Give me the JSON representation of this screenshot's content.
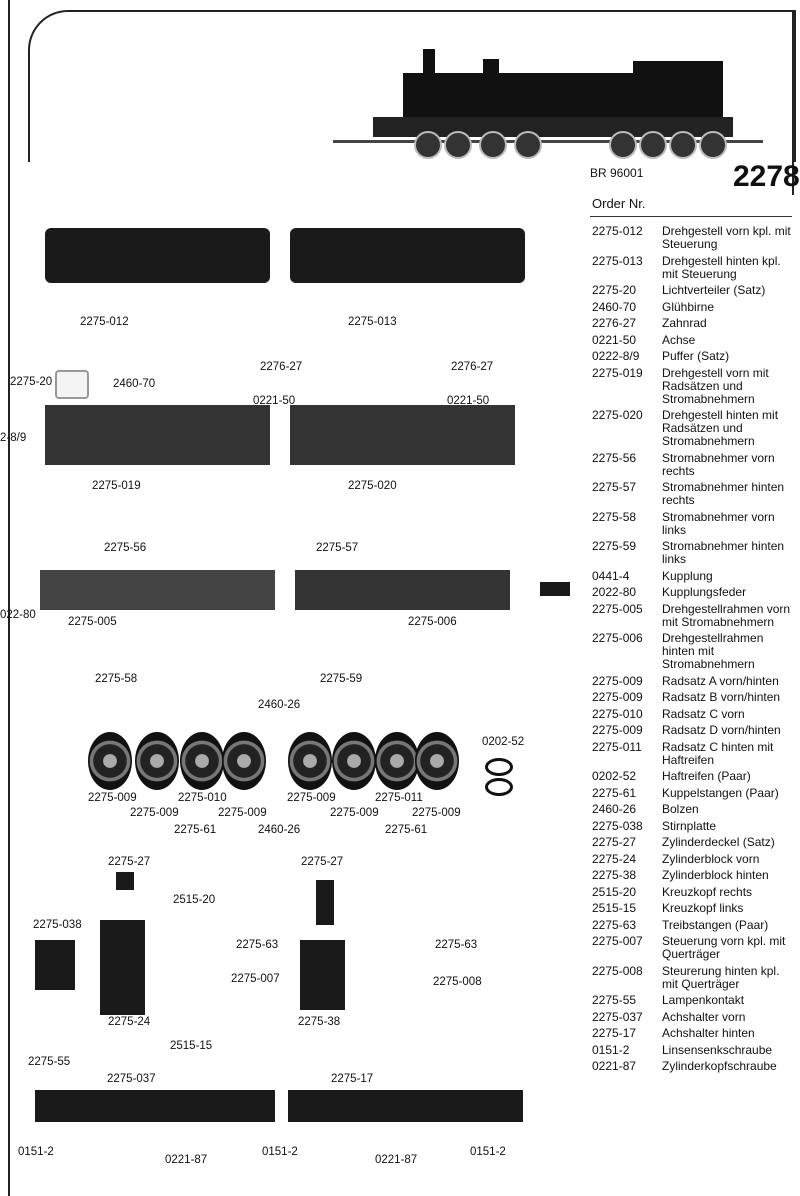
{
  "header": {
    "model": "BR 96001",
    "number": "2278",
    "order_heading": "Order Nr."
  },
  "parts": [
    {
      "nr": "2275-012",
      "desc": "Drehgestell vorn kpl. mit Steuerung"
    },
    {
      "nr": "2275-013",
      "desc": "Drehgestell hinten kpl. mit Steuerung"
    },
    {
      "nr": "2275-20",
      "desc": "Lichtverteiler (Satz)"
    },
    {
      "nr": "2460-70",
      "desc": "Glühbirne"
    },
    {
      "nr": "2276-27",
      "desc": "Zahnrad"
    },
    {
      "nr": "0221-50",
      "desc": "Achse"
    },
    {
      "nr": "0222-8/9",
      "desc": "Puffer (Satz)"
    },
    {
      "nr": "2275-019",
      "desc": "Drehgestell vorn mit Radsätzen und Stromabnehmern"
    },
    {
      "nr": "2275-020",
      "desc": "Drehgestell hinten mit Radsätzen und Stromabnehmern"
    },
    {
      "nr": "2275-56",
      "desc": "Stromabnehmer vorn rechts"
    },
    {
      "nr": "2275-57",
      "desc": "Stromabnehmer hinten rechts"
    },
    {
      "nr": "2275-58",
      "desc": "Stromabnehmer vorn links"
    },
    {
      "nr": "2275-59",
      "desc": "Stromabnehmer hinten links"
    },
    {
      "nr": "0441-4",
      "desc": "Kupplung"
    },
    {
      "nr": "2022-80",
      "desc": "Kupplungsfeder"
    },
    {
      "nr": "2275-005",
      "desc": "Drehgestellrahmen vorn mit Stromabnehmern"
    },
    {
      "nr": "2275-006",
      "desc": "Drehgestellrahmen hinten mit Stromabnehmern"
    },
    {
      "nr": "2275-009",
      "desc": "Radsatz A vorn/hinten"
    },
    {
      "nr": "2275-009",
      "desc": "Radsatz B vorn/hinten"
    },
    {
      "nr": "2275-010",
      "desc": "Radsatz C vorn"
    },
    {
      "nr": "2275-009",
      "desc": "Radsatz D vorn/hinten"
    },
    {
      "nr": "2275-011",
      "desc": "Radsatz C hinten mit Haftreifen"
    },
    {
      "nr": "0202-52",
      "desc": "Haftreifen (Paar)"
    },
    {
      "nr": "2275-61",
      "desc": "Kuppelstangen (Paar)"
    },
    {
      "nr": "2460-26",
      "desc": "Bolzen"
    },
    {
      "nr": "2275-038",
      "desc": "Stirnplatte"
    },
    {
      "nr": "2275-27",
      "desc": "Zylinderdeckel (Satz)"
    },
    {
      "nr": "2275-24",
      "desc": "Zylinderblock vorn"
    },
    {
      "nr": "2275-38",
      "desc": "Zylinderblock hinten"
    },
    {
      "nr": "2515-20",
      "desc": "Kreuzkopf rechts"
    },
    {
      "nr": "2515-15",
      "desc": "Kreuzkopf links"
    },
    {
      "nr": "2275-63",
      "desc": "Treibstangen (Paar)"
    },
    {
      "nr": "2275-007",
      "desc": "Steuerung vorn kpl. mit Querträger"
    },
    {
      "nr": "2275-008",
      "desc": "Steurerung hinten kpl. mit Querträger"
    },
    {
      "nr": "2275-55",
      "desc": "Lampenkontakt"
    },
    {
      "nr": "2275-037",
      "desc": "Achshalter vorn"
    },
    {
      "nr": "2275-17",
      "desc": "Achshalter hinten"
    },
    {
      "nr": "0151-2",
      "desc": "Linsensenkschraube"
    },
    {
      "nr": "0221-87",
      "desc": "Zylinderkopfschraube"
    }
  ],
  "labels": [
    "2275-012",
    "2275-013",
    "2275-20",
    "2460-70",
    "2276-27",
    "0221-50",
    "2276-27",
    "0221-50",
    "2-8/9",
    "2275-019",
    "2275-020",
    "2275-56",
    "2275-57",
    "022-80",
    "2275-005",
    "2275-006",
    "2275-58",
    "2275-59",
    "2460-26",
    "0202-52",
    "2275-009",
    "2275-010",
    "2275-009",
    "2275-011",
    "2275-009",
    "2275-009",
    "2275-009",
    "2275-009",
    "2275-61",
    "2460-26",
    "2275-61",
    "2275-27",
    "2275-27",
    "2515-20",
    "2275-038",
    "2275-63",
    "2275-63",
    "2275-007",
    "2275-008",
    "2275-24",
    "2275-38",
    "2515-15",
    "2275-55",
    "2275-037",
    "2275-17",
    "0151-2",
    "0221-87",
    "0151-2",
    "0221-87",
    "0151-2"
  ]
}
